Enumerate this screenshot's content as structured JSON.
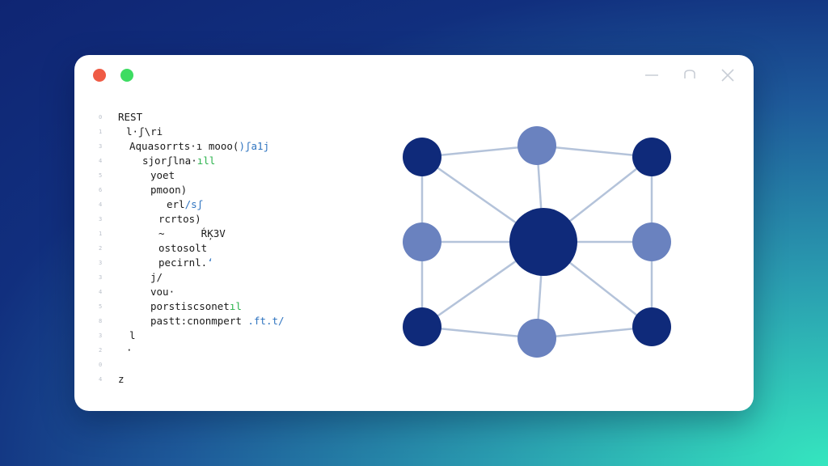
{
  "window": {
    "controls": {
      "close_dot_color": "#ef5b45",
      "zoom_dot_color": "#3ddc62",
      "minimize_icon": "minimize-icon",
      "maximize_icon": "maximize-icon",
      "close_icon": "close-icon"
    }
  },
  "editor": {
    "lines": [
      {
        "num": "0",
        "text": "REST",
        "accent": "",
        "accent_color": ""
      },
      {
        "num": "1",
        "text": "l·ʃ\\ri",
        "accent": "",
        "accent_color": ""
      },
      {
        "num": "3",
        "text": "Aquasorrts·ı mooo(",
        "accent": ")ʃa1j",
        "accent_color": "blue"
      },
      {
        "num": "4",
        "text": "sjorʃlna·",
        "accent": "ıll",
        "accent_color": "green"
      },
      {
        "num": "5",
        "text": "yoet",
        "accent": "",
        "accent_color": ""
      },
      {
        "num": "6",
        "text": "pmoon)",
        "accent": "",
        "accent_color": ""
      },
      {
        "num": "4",
        "text": "erl",
        "accent": "/sʃ",
        "accent_color": "blue"
      },
      {
        "num": "3",
        "text": "rcrtos)",
        "accent": "",
        "accent_color": ""
      },
      {
        "num": "1",
        "text": "~      ŔĶ3V",
        "accent": "",
        "accent_color": ""
      },
      {
        "num": "2",
        "text": "ostosolt",
        "accent": "",
        "accent_color": ""
      },
      {
        "num": "3",
        "text": "pecirnl.",
        "accent": "ʻ",
        "accent_color": "blue"
      },
      {
        "num": "3",
        "text": "j/",
        "accent": "",
        "accent_color": ""
      },
      {
        "num": "4",
        "text": "vou·",
        "accent": "",
        "accent_color": ""
      },
      {
        "num": "5",
        "text": "porstiscsonet",
        "accent": "ıl",
        "accent_color": "green"
      },
      {
        "num": "8",
        "text": "pastt:cnonmpert",
        "accent": " .ft.t/",
        "accent_color": "blue"
      },
      {
        "num": "3",
        "text": "l",
        "accent": "",
        "accent_color": ""
      },
      {
        "num": "2",
        "text": "·",
        "accent": "",
        "accent_color": ""
      },
      {
        "num": "0",
        "text": "",
        "accent": "",
        "accent_color": ""
      },
      {
        "num": "4",
        "text": "z",
        "accent": "",
        "accent_color": ""
      }
    ]
  },
  "diagram": {
    "colors": {
      "dark_node": "#0f2a7a",
      "light_node": "#6a82bf",
      "edge": "#b4c3da"
    },
    "hub": {
      "tone": "dark"
    },
    "nodes": [
      {
        "name": "top-left",
        "tone": "dark"
      },
      {
        "name": "top-center",
        "tone": "light"
      },
      {
        "name": "top-right",
        "tone": "dark"
      },
      {
        "name": "middle-left",
        "tone": "light"
      },
      {
        "name": "middle-right",
        "tone": "light"
      },
      {
        "name": "bottom-left",
        "tone": "dark"
      },
      {
        "name": "bottom-center",
        "tone": "light"
      },
      {
        "name": "bottom-right",
        "tone": "dark"
      }
    ]
  }
}
